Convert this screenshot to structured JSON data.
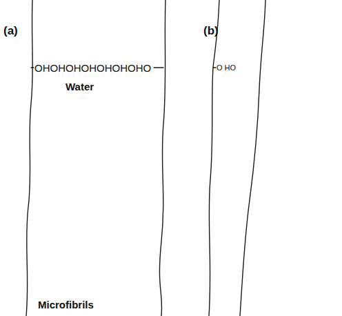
{
  "diagram": {
    "labels": [
      "(a)",
      "(b)",
      "OHOHOHOHOHOHOHO",
      "Water",
      "Microfibrils",
      "O HO"
    ]
  }
}
